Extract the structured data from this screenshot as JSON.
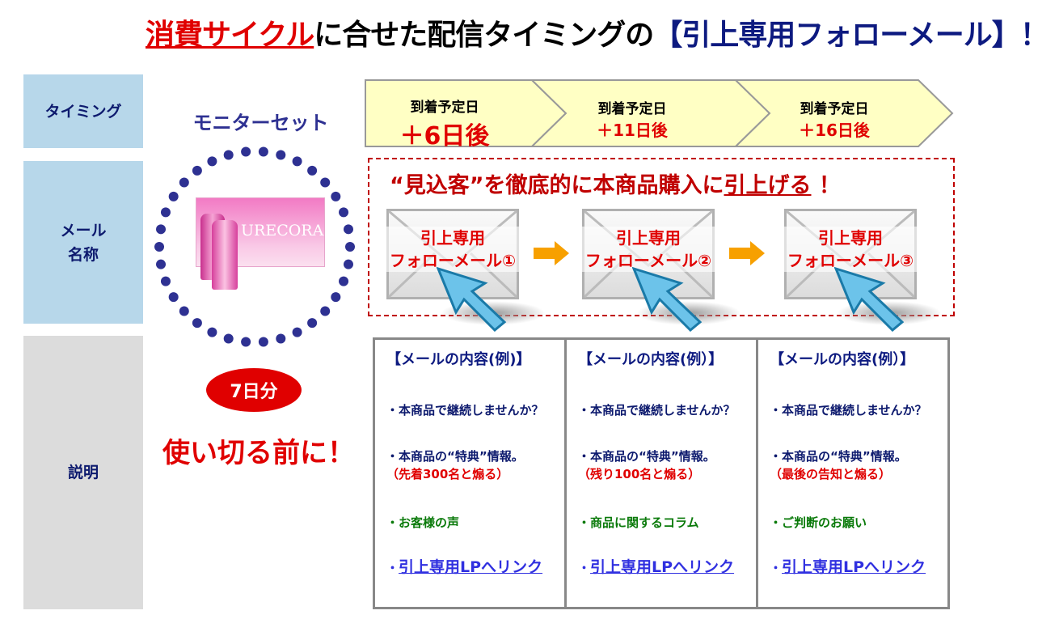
{
  "title": {
    "part1": "消費サイクル",
    "part2": "に合せた配信タイミングの",
    "part3": "【引上専用フォローメール】！"
  },
  "labels": {
    "timing": "タイミング",
    "mail_name": "メール\n名称",
    "description": "説明"
  },
  "monitor": {
    "title": "モニターセット",
    "product_name": "URECORA",
    "badge": "7日分",
    "note": "使い切る前に！"
  },
  "steps": [
    {
      "label": "到着予定日",
      "days": "＋6日後"
    },
    {
      "label": "到着予定日",
      "days": "＋11日後"
    },
    {
      "label": "到着予定日",
      "days": "＋16日後"
    }
  ],
  "slogan": {
    "main": "“見込客”を徹底的に本商品購入に",
    "underlined": "引上げる",
    "end": " ！"
  },
  "mails": [
    {
      "line1": "引上専用",
      "line2": "フォローメール①"
    },
    {
      "line1": "引上専用",
      "line2": "フォローメール②"
    },
    {
      "line1": "引上専用",
      "line2": "フォローメール③"
    }
  ],
  "contents": [
    {
      "heading": "【メールの内容(例)】",
      "item1": "・本商品で継続しませんか？",
      "item2": "・本商品の“特典”情報。",
      "item2_note": "（先着300名と煽る）",
      "item3": "・お客様の声",
      "link_bullet": "・",
      "link": "引上専用LPへリンク"
    },
    {
      "heading": "【メールの内容(例）】",
      "item1": "・本商品で継続しませんか？",
      "item2": "・本商品の“特典”情報。",
      "item2_note": "（残り100名と煽る）",
      "item3": "・商品に関するコラム",
      "link_bullet": "・",
      "link": "引上専用LPへリンク"
    },
    {
      "heading": "【メールの内容(例）】",
      "item1": "・本商品で継続しませんか？",
      "item2": "・本商品の“特典”情報。",
      "item2_note": "（最後の告知と煽る）",
      "item3": "・ご判断のお願い",
      "link_bullet": "・",
      "link": "引上専用LPへリンク"
    }
  ],
  "colors": {
    "red": "#e00000",
    "navy": "#0d1a80",
    "label_blue": "#b7d7ea",
    "chevron": "#ffffc4",
    "orange": "#f7a000"
  }
}
